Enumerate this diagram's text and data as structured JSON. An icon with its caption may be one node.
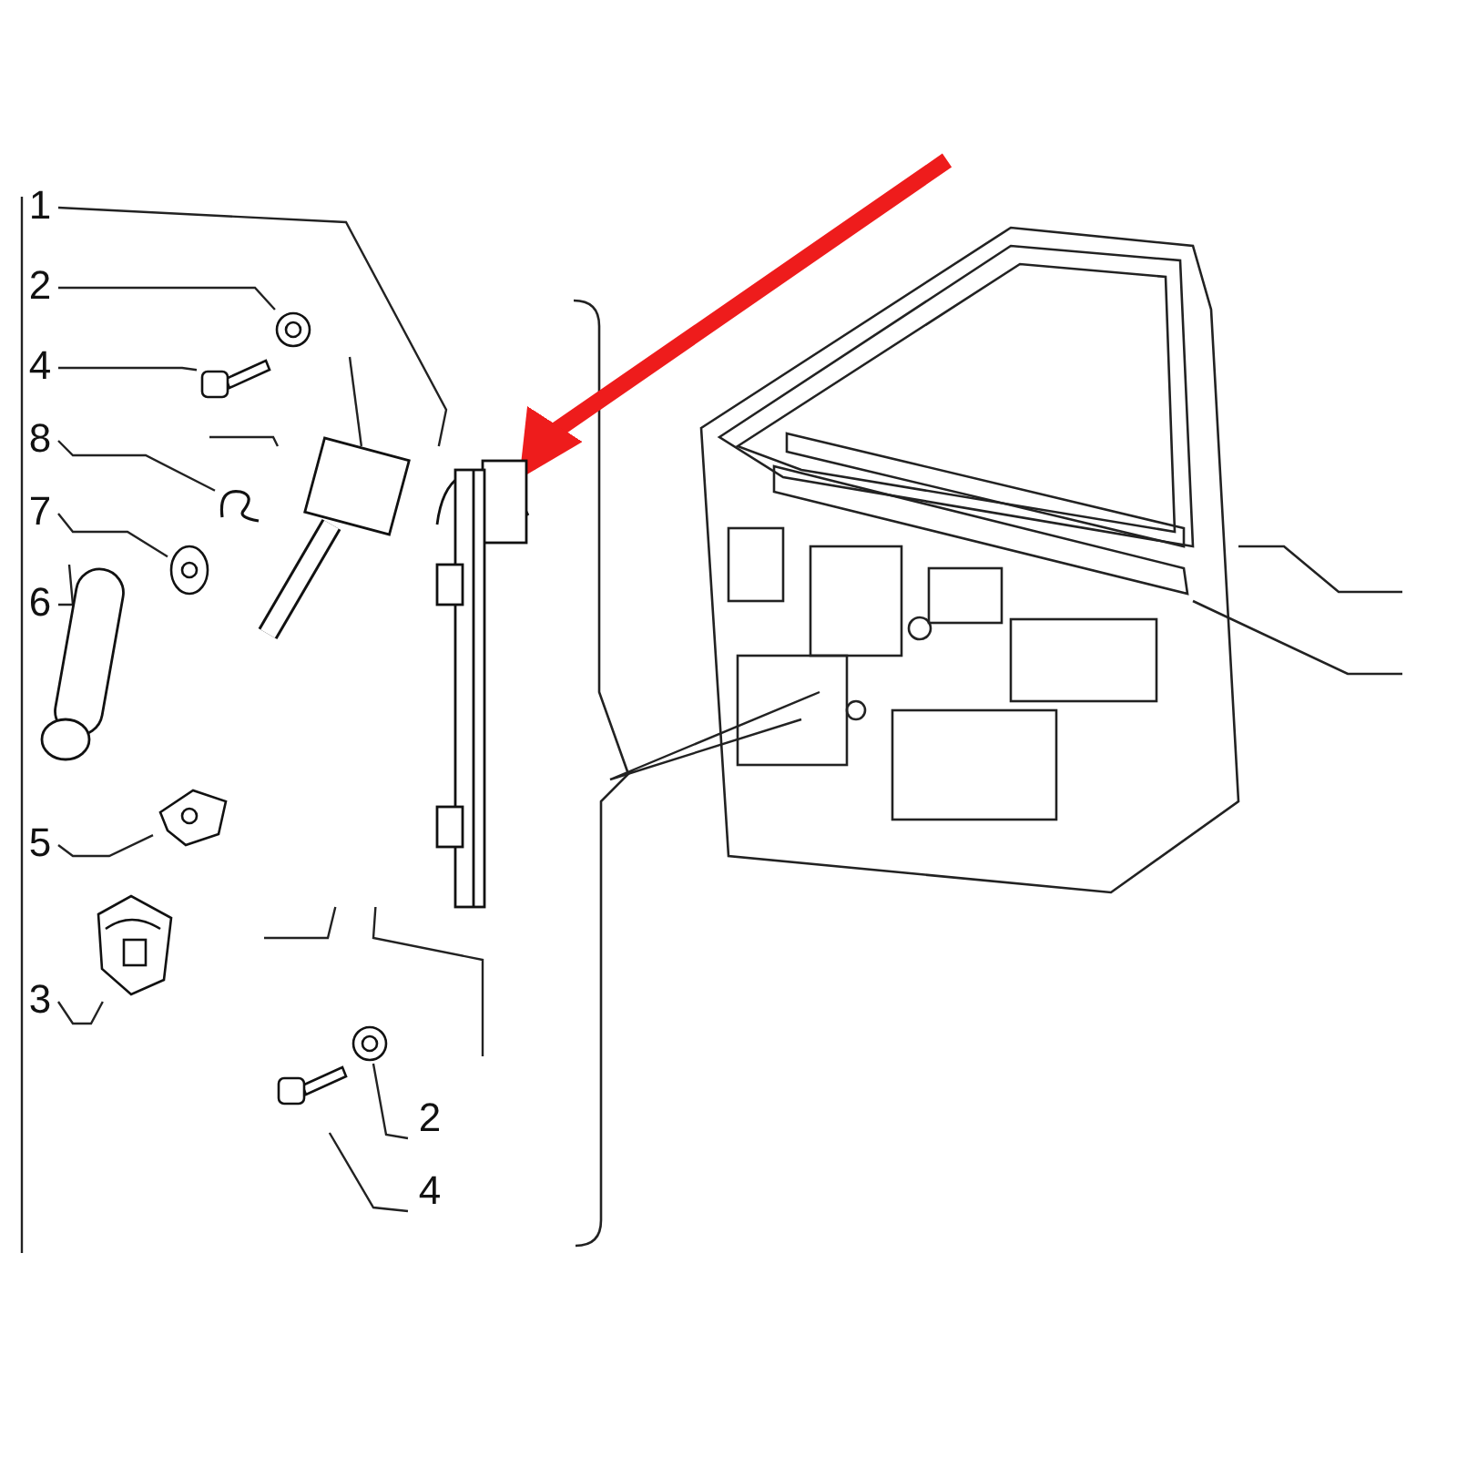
{
  "diagram": {
    "nodes": [
      {
        "text": [
          "1"
        ]
      },
      {
        "text": [
          "2"
        ]
      },
      {
        "text": [
          "4"
        ]
      },
      {
        "text": [
          "8"
        ]
      },
      {
        "text": [
          "7"
        ]
      },
      {
        "text": [
          "6"
        ]
      },
      {
        "text": [
          "5"
        ]
      },
      {
        "text": [
          "3"
        ]
      },
      {
        "text": [
          "2"
        ]
      },
      {
        "text": [
          "4"
        ]
      },
      {
        "text": [],
        "shape": "picture"
      },
      {
        "text": [],
        "shape": "picture"
      },
      {
        "text": [],
        "shape": "picture"
      },
      {
        "text": [],
        "shape": "picture"
      },
      {
        "text": [],
        "shape": "picture"
      },
      {
        "text": [],
        "shape": "picture"
      },
      {
        "text": [],
        "shape": "picture"
      },
      {
        "text": [],
        "shape": "picture"
      },
      {
        "text": [],
        "shape": "picture"
      },
      {
        "text": [],
        "shape": "picture"
      }
    ],
    "edges": [
      {
        "from": 0,
        "to": 10,
        "arrow": "none"
      },
      {
        "from": 1,
        "to": 11,
        "arrow": "none"
      },
      {
        "from": 2,
        "to": 12,
        "arrow": "none"
      },
      {
        "from": 3,
        "to": 13,
        "arrow": "none"
      },
      {
        "from": 4,
        "to": 14,
        "arrow": "none"
      },
      {
        "from": 5,
        "to": 15,
        "arrow": "none"
      },
      {
        "from": 6,
        "to": 16,
        "arrow": "none"
      },
      {
        "from": 7,
        "to": 17,
        "arrow": "none"
      },
      {
        "from": 8,
        "to": 18,
        "arrow": "none"
      },
      {
        "from": 9,
        "to": 19,
        "arrow": "none"
      },
      {
        "from": null,
        "to": 10,
        "arrow": "to",
        "style": "thick",
        "color": "#ee1c1c"
      },
      {
        "from": null,
        "to": 10,
        "arrow": "none"
      },
      {
        "from": null,
        "to": 10,
        "arrow": "none"
      },
      {
        "from": null,
        "to": 10,
        "arrow": "none"
      },
      {
        "from": null,
        "to": 10,
        "arrow": "none"
      }
    ]
  }
}
